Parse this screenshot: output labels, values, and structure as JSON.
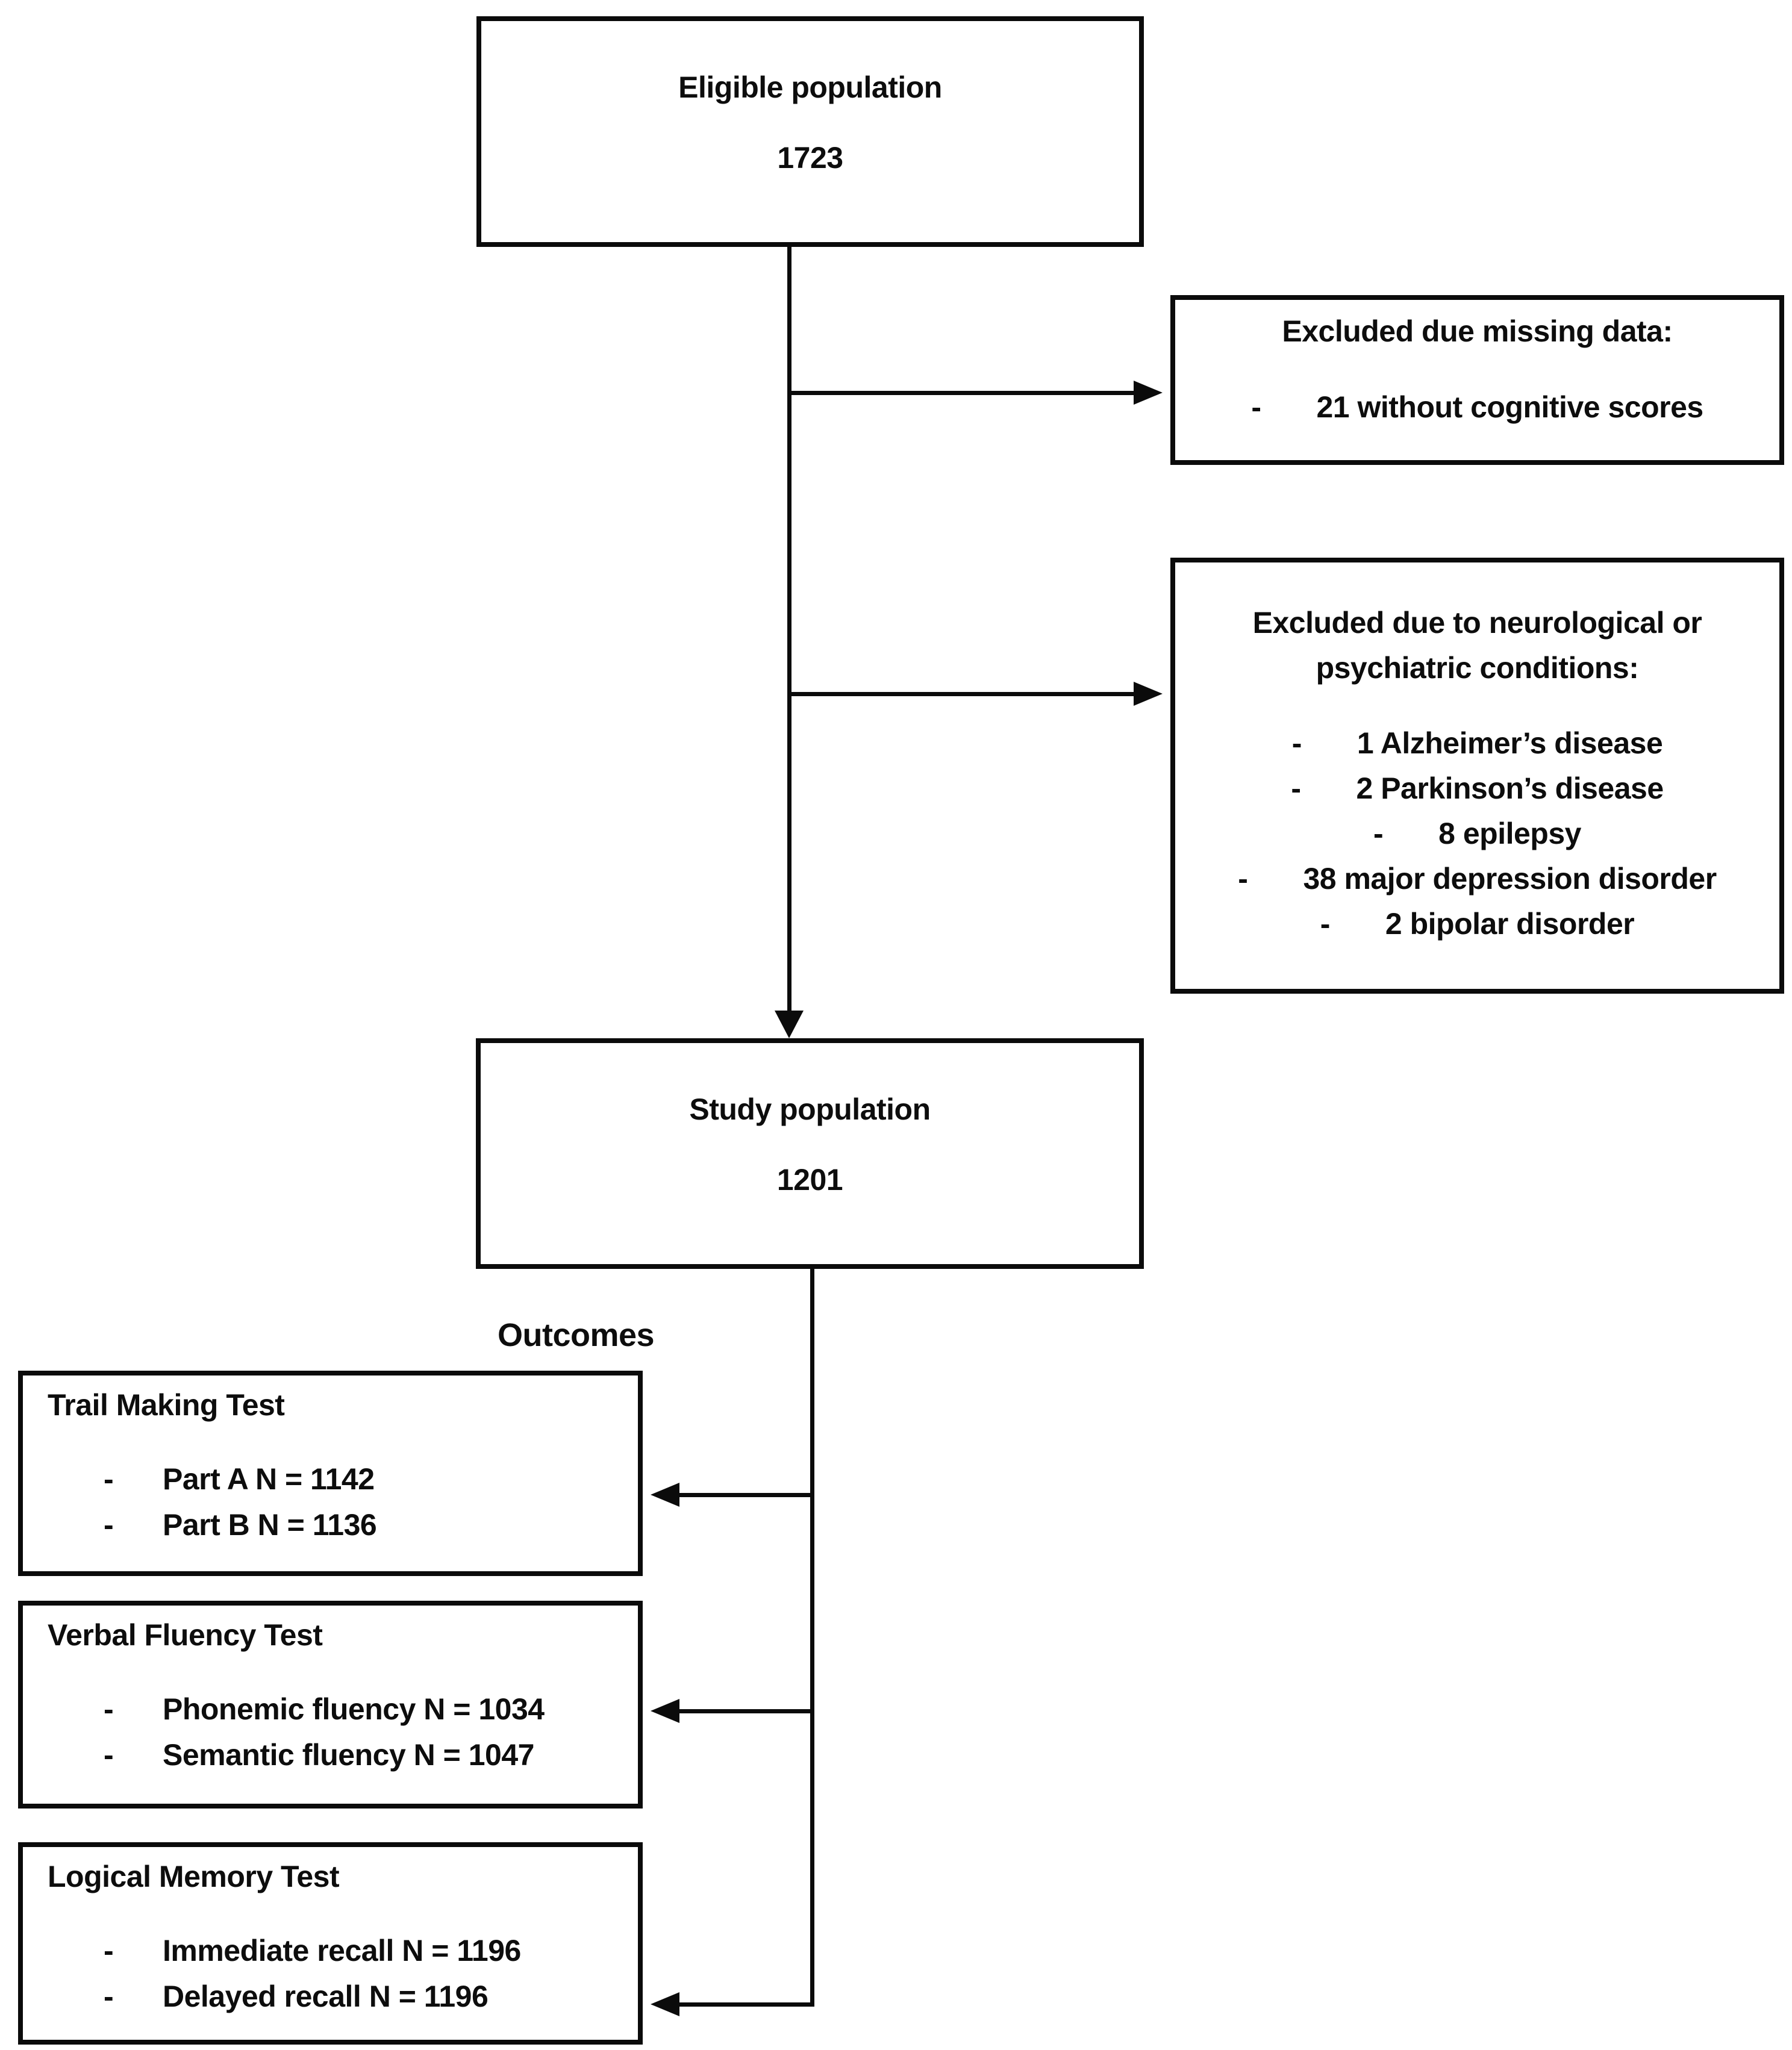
{
  "figure": {
    "outcomes_label": "Outcomes"
  },
  "boxes": {
    "eligible": {
      "title": "Eligible population",
      "value": "1723"
    },
    "excluded_missing": {
      "title": "Excluded due missing data:",
      "items": [
        {
          "bullet": "-",
          "label": "21 without cognitive scores"
        }
      ]
    },
    "excluded_conditions": {
      "title_line1": "Excluded due to neurological or",
      "title_line2": "psychiatric conditions:",
      "items": [
        {
          "bullet": "-",
          "label": "1 Alzheimer’s disease"
        },
        {
          "bullet": "-",
          "label": "2 Parkinson’s disease"
        },
        {
          "bullet": "-",
          "label": "8 epilepsy"
        },
        {
          "bullet": "-",
          "label": "38 major depression disorder"
        },
        {
          "bullet": "-",
          "label": "2 bipolar disorder"
        }
      ]
    },
    "study": {
      "title": "Study population",
      "value": "1201"
    },
    "trail": {
      "title": "Trail Making Test",
      "items": [
        {
          "bullet": "-",
          "label": "Part A N = 1142"
        },
        {
          "bullet": "-",
          "label": "Part B N = 1136"
        }
      ]
    },
    "verbal": {
      "title": "Verbal Fluency Test",
      "items": [
        {
          "bullet": "-",
          "label": "Phonemic fluency N = 1034"
        },
        {
          "bullet": "-",
          "label": "Semantic fluency N = 1047"
        }
      ]
    },
    "logical": {
      "title": "Logical Memory Test",
      "items": [
        {
          "bullet": "-",
          "label": "Immediate recall N = 1196"
        },
        {
          "bullet": "-",
          "label": "Delayed recall N = 1196"
        }
      ]
    }
  }
}
